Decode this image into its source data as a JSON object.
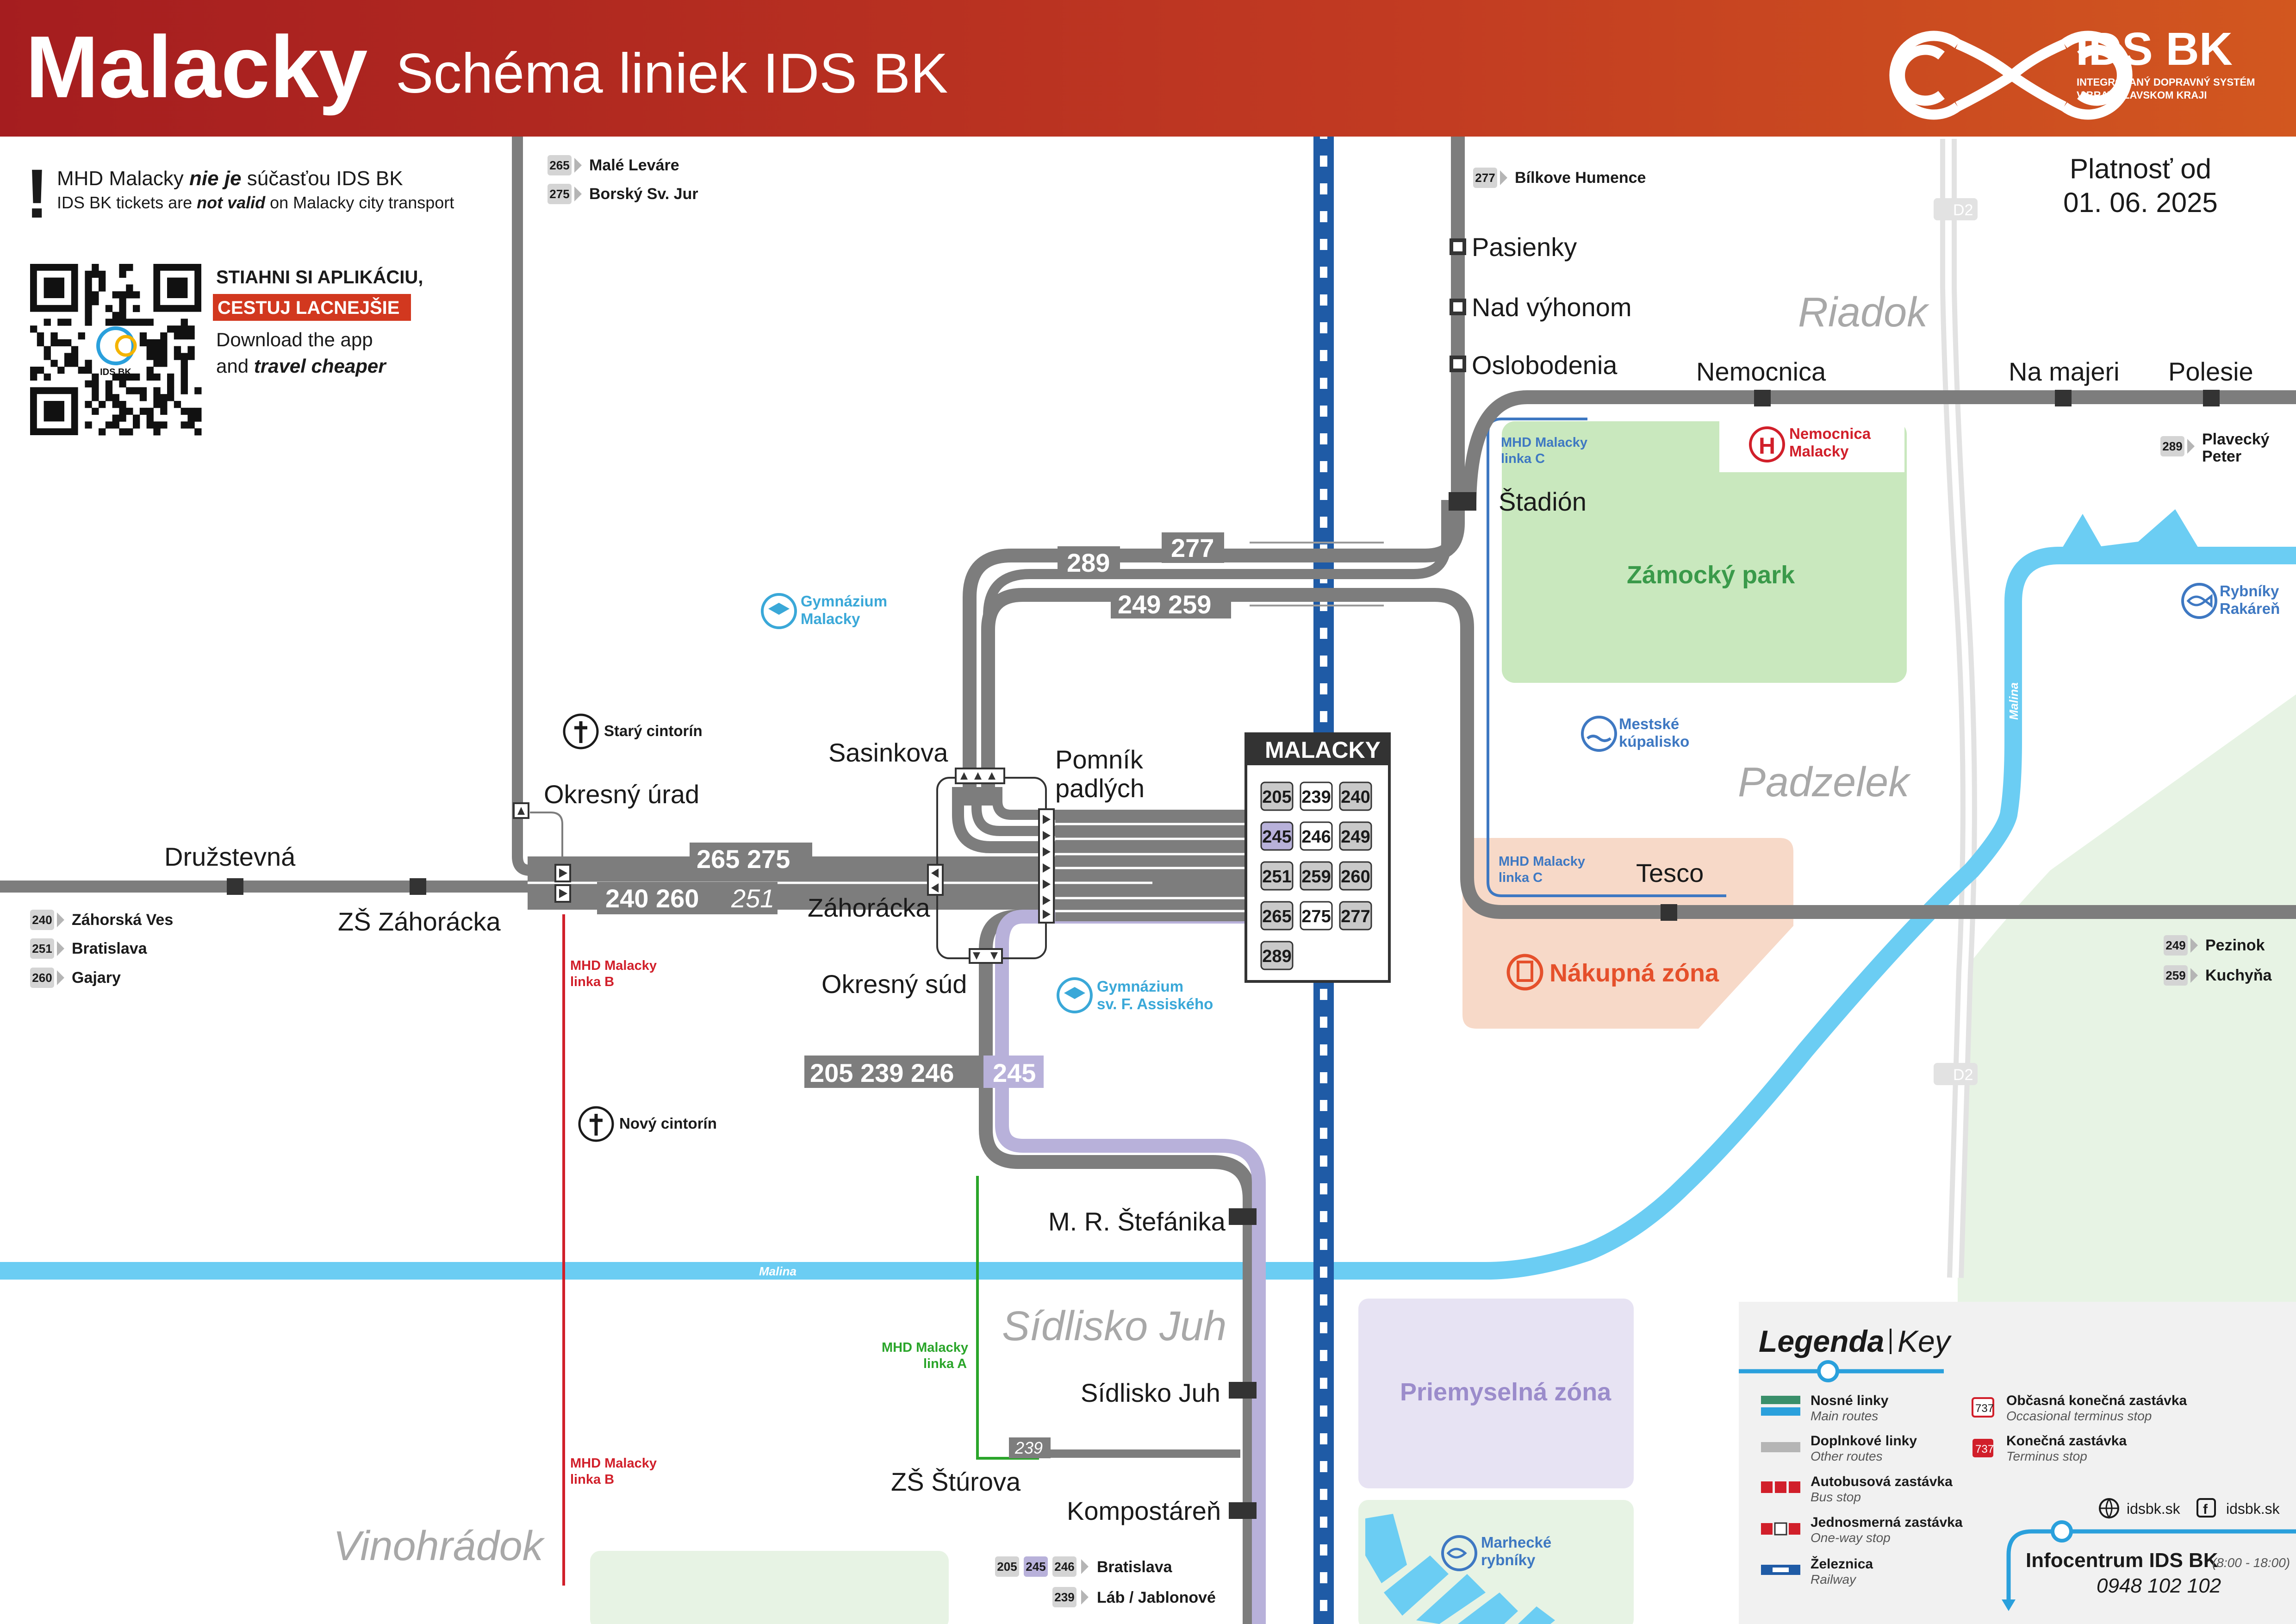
{
  "header": {
    "city": "Malacky",
    "subtitle": "Schéma liniek IDS BK",
    "logo_text": "IDS BK",
    "logo_sub_1": "INTEGROVANÝ DOPRAVNÝ SYSTÉM",
    "logo_sub_2": "V BRATISLAVSKOM KRAJI",
    "brand_color": "#b8291f"
  },
  "notice": {
    "line1_pre": "MHD Malacky ",
    "line1_em": "nie je",
    "line1_post": " súčasťou IDS BK",
    "line2_pre": "IDS BK tickets are ",
    "line2_em": "not valid",
    "line2_post": " on Malacky city transport"
  },
  "app": {
    "line1": "STIAHNI SI APLIKÁCIU,",
    "highlight": "CESTUJ LACNEJŠIE",
    "line3": "Download the app",
    "line4_pre": "and ",
    "line4_em": "travel cheaper",
    "qr_label": "IDS BK"
  },
  "validity": {
    "label": "Platnosť od",
    "date": "01. 06. 2025"
  },
  "areas": {
    "riadok": "Riadok",
    "padzelek": "Padzelek",
    "sidlisko_juh": "Sídlisko Juh",
    "vinohradok": "Vinohrádok",
    "zamocky_park": "Zámocký park",
    "nakupna_zona": "Nákupná zóna",
    "priemyselna_zona": "Priemyselná zóna"
  },
  "stops": {
    "pasienky": "Pasienky",
    "nad_vyhonom": "Nad výhonom",
    "oslobodenia": "Oslobodenia",
    "nemocnica": "Nemocnica",
    "na_majeri": "Na majeri",
    "polesie": "Polesie",
    "stadion": "Štadión",
    "tesco": "Tesco",
    "druzstevna": "Družstevná",
    "zs_zahoracka": "ZŠ Záhorácka",
    "okresny_urad": "Okresný úrad",
    "sasinkova": "Sasinkova",
    "pomnik_1": "Pomník",
    "pomnik_2": "padlých",
    "zahoracka": "Záhorácka",
    "okresny_sud": "Okresný súd",
    "mr_stefanika": "M. R. Štefánika",
    "sidlisko_juh": "Sídlisko Juh",
    "zs_sturova": "ZŠ Štúrova",
    "kompostaren": "Kompostáreň"
  },
  "pois": {
    "gymnazium_1": "Gymnázium",
    "gymnazium_2": "Malacky",
    "gym_assisi_1": "Gymnázium",
    "gym_assisi_2": "sv. F. Assiského",
    "stary_cintorin": "Starý cintorín",
    "novy_cintorin": "Nový cintorín",
    "nemocnica_1": "Nemocnica",
    "nemocnica_2": "Malacky",
    "kupalisko_1": "Mestské",
    "kupalisko_2": "kúpalisko",
    "rybniky_rakaren_1": "Rybníky",
    "rybniky_rakaren_2": "Rakáreň",
    "marhecke_1": "Marhecké",
    "marhecke_2": "rybníky",
    "river": "Malina",
    "motorway": "D2"
  },
  "mhd": {
    "linka_a_1": "MHD Malacky",
    "linka_a_2": "linka A",
    "linka_b_1": "MHD Malacky",
    "linka_b_2": "linka B",
    "linka_c_1": "MHD Malacky",
    "linka_c_2": "linka C"
  },
  "line_labels": {
    "l277": "277",
    "l289": "289",
    "l249_259": "249  259",
    "l265_275": "265  275",
    "l240_260": "240  260",
    "l251": "251",
    "l205_239_246": "205  239  246",
    "l245": "245",
    "l239": "239"
  },
  "directions": {
    "d265": {
      "line": "265",
      "dest": "Malé Leváre"
    },
    "d275": {
      "line": "275",
      "dest": "Borský Sv. Jur"
    },
    "d277": {
      "line": "277",
      "dest": "Bílkove Humence"
    },
    "d289": {
      "line": "289",
      "dest_1": "Plavecký",
      "dest_2": "Peter"
    },
    "d240": {
      "line": "240",
      "dest": "Záhorská Ves"
    },
    "d251": {
      "line": "251",
      "dest": "Bratislava"
    },
    "d260": {
      "line": "260",
      "dest": "Gajary"
    },
    "d249": {
      "line": "249",
      "dest": "Pezinok"
    },
    "d259": {
      "line": "259",
      "dest": "Kuchyňa"
    },
    "s_bratislava": {
      "lines": [
        "205",
        "245",
        "246"
      ],
      "dest": "Bratislava"
    },
    "s_lab": {
      "line": "239",
      "dest": "Láb / Jablonové"
    }
  },
  "station": {
    "name": "MALACKY",
    "lines": [
      "205",
      "239",
      "240",
      "245",
      "246",
      "249",
      "251",
      "259",
      "260",
      "265",
      "275",
      "277",
      "289"
    ]
  },
  "legend": {
    "title": "Legenda",
    "title_en": "Key",
    "main_routes": "Nosné linky",
    "main_routes_en": "Main routes",
    "other_routes": "Doplnkové linky",
    "other_routes_en": "Other routes",
    "bus_stop": "Autobusová zastávka",
    "bus_stop_en": "Bus stop",
    "oneway_stop": "Jednosmerná zastávka",
    "oneway_stop_en": "One-way stop",
    "railway": "Železnica",
    "railway_en": "Railway",
    "occasional_terminus": "Občasná konečná zastávka",
    "occasional_terminus_en": "Occasional terminus stop",
    "terminus": "Konečná zastávka",
    "terminus_en": "Terminus stop",
    "sample_number": "737",
    "web": "idsbk.sk",
    "facebook": "idsbk.sk",
    "infocentrum": "Infocentrum IDS BK",
    "hours": "(8:00 - 18:00)",
    "phone": "0948 102 102"
  },
  "colors": {
    "route_gray": "#7d7d7d",
    "route_purple": "#b8b1da",
    "railway": "#1f5ba6",
    "river": "#6bcdf3",
    "park": "#c9e8be",
    "shopping": "#f7d9c8",
    "industrial": "#e7e3f3",
    "mhd_red": "#d11f2a",
    "mhd_blue": "#3e78c2",
    "mhd_green": "#2aa52a"
  }
}
